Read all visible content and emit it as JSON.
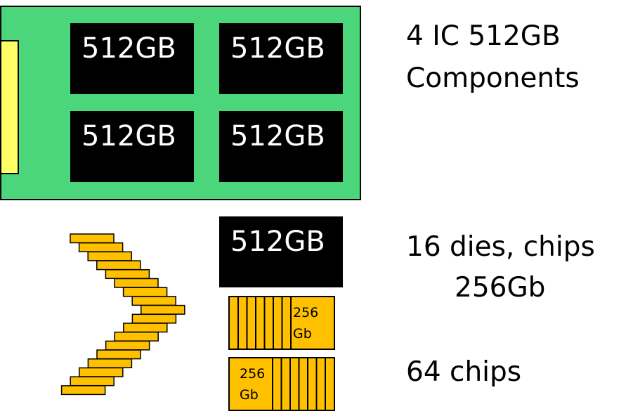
{
  "colors": {
    "board": "#4cd67c",
    "connector": "#ffff66",
    "chip": "#000000",
    "die": "#ffc000"
  },
  "board": {
    "chips": [
      {
        "label": "512GB"
      },
      {
        "label": "512GB"
      },
      {
        "label": "512GB"
      },
      {
        "label": "512GB"
      }
    ]
  },
  "single_chip": {
    "label": "512GB"
  },
  "stack": {
    "die_count": 18
  },
  "die_block_top": {
    "line1": "256",
    "line2": "Gb",
    "slices": 7
  },
  "die_block_bottom": {
    "line1": "256",
    "line2": "Gb",
    "slices": 7
  },
  "labels": {
    "components_line1": "4 IC 512GB",
    "components_line2": "Components",
    "dies_line1": "16 dies, chips",
    "dies_line2": "256Gb",
    "chips": "64 chips"
  }
}
